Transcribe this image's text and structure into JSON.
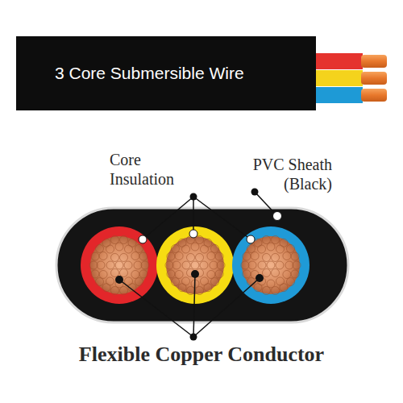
{
  "diagram": {
    "nodes": [
      {
        "text": [
          "3 Core Submersible Wire"
        ]
      }
    ],
    "labels": [
      "Core Insulation",
      "PVC Sheath (Black)",
      "Flexible Copper Conductor"
    ]
  }
}
